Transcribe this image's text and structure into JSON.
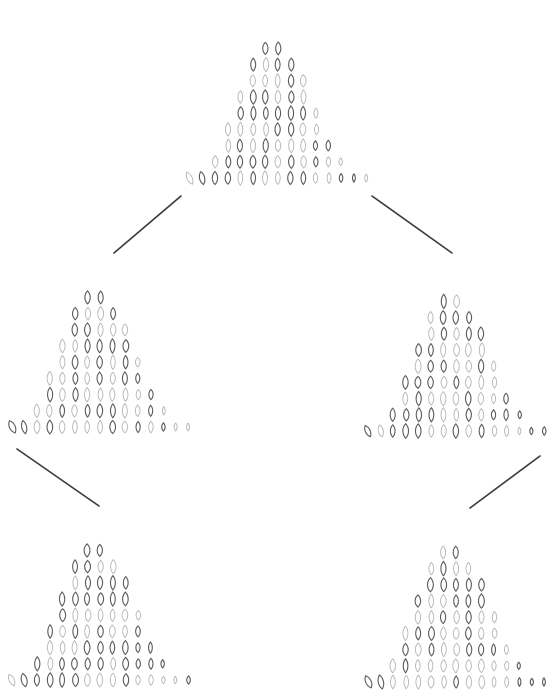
{
  "diagram": {
    "description_kind": "tree of seed-grid pyramids",
    "colors": {
      "background": "#ffffff",
      "seed_stroke_dark": "#5a5a5a",
      "seed_stroke_light": "#b5b5b5",
      "connector": "#3a3a3a"
    },
    "pyramids": [
      {
        "id": "root",
        "column_heights": [
          1,
          1,
          2,
          4,
          6,
          8,
          9,
          9,
          8,
          7,
          5,
          3,
          2,
          1,
          1
        ]
      },
      {
        "id": "left-middle",
        "column_heights": [
          1,
          1,
          2,
          4,
          6,
          8,
          9,
          9,
          8,
          7,
          5,
          3,
          2,
          1,
          1
        ]
      },
      {
        "id": "right-middle",
        "column_heights": [
          1,
          1,
          2,
          4,
          6,
          8,
          9,
          9,
          8,
          7,
          5,
          3,
          2,
          1,
          1
        ]
      },
      {
        "id": "left-bottom",
        "column_heights": [
          1,
          1,
          2,
          4,
          6,
          8,
          9,
          9,
          8,
          7,
          5,
          3,
          2,
          1,
          1
        ]
      },
      {
        "id": "right-bottom",
        "column_heights": [
          1,
          1,
          2,
          4,
          6,
          8,
          9,
          9,
          8,
          7,
          5,
          3,
          2,
          1,
          1
        ]
      }
    ],
    "edges": [
      {
        "from": "root",
        "to": "left-middle"
      },
      {
        "from": "root",
        "to": "right-middle"
      },
      {
        "from": "left-middle",
        "to": "left-bottom"
      },
      {
        "from": "right-middle",
        "to": "right-bottom"
      }
    ]
  }
}
